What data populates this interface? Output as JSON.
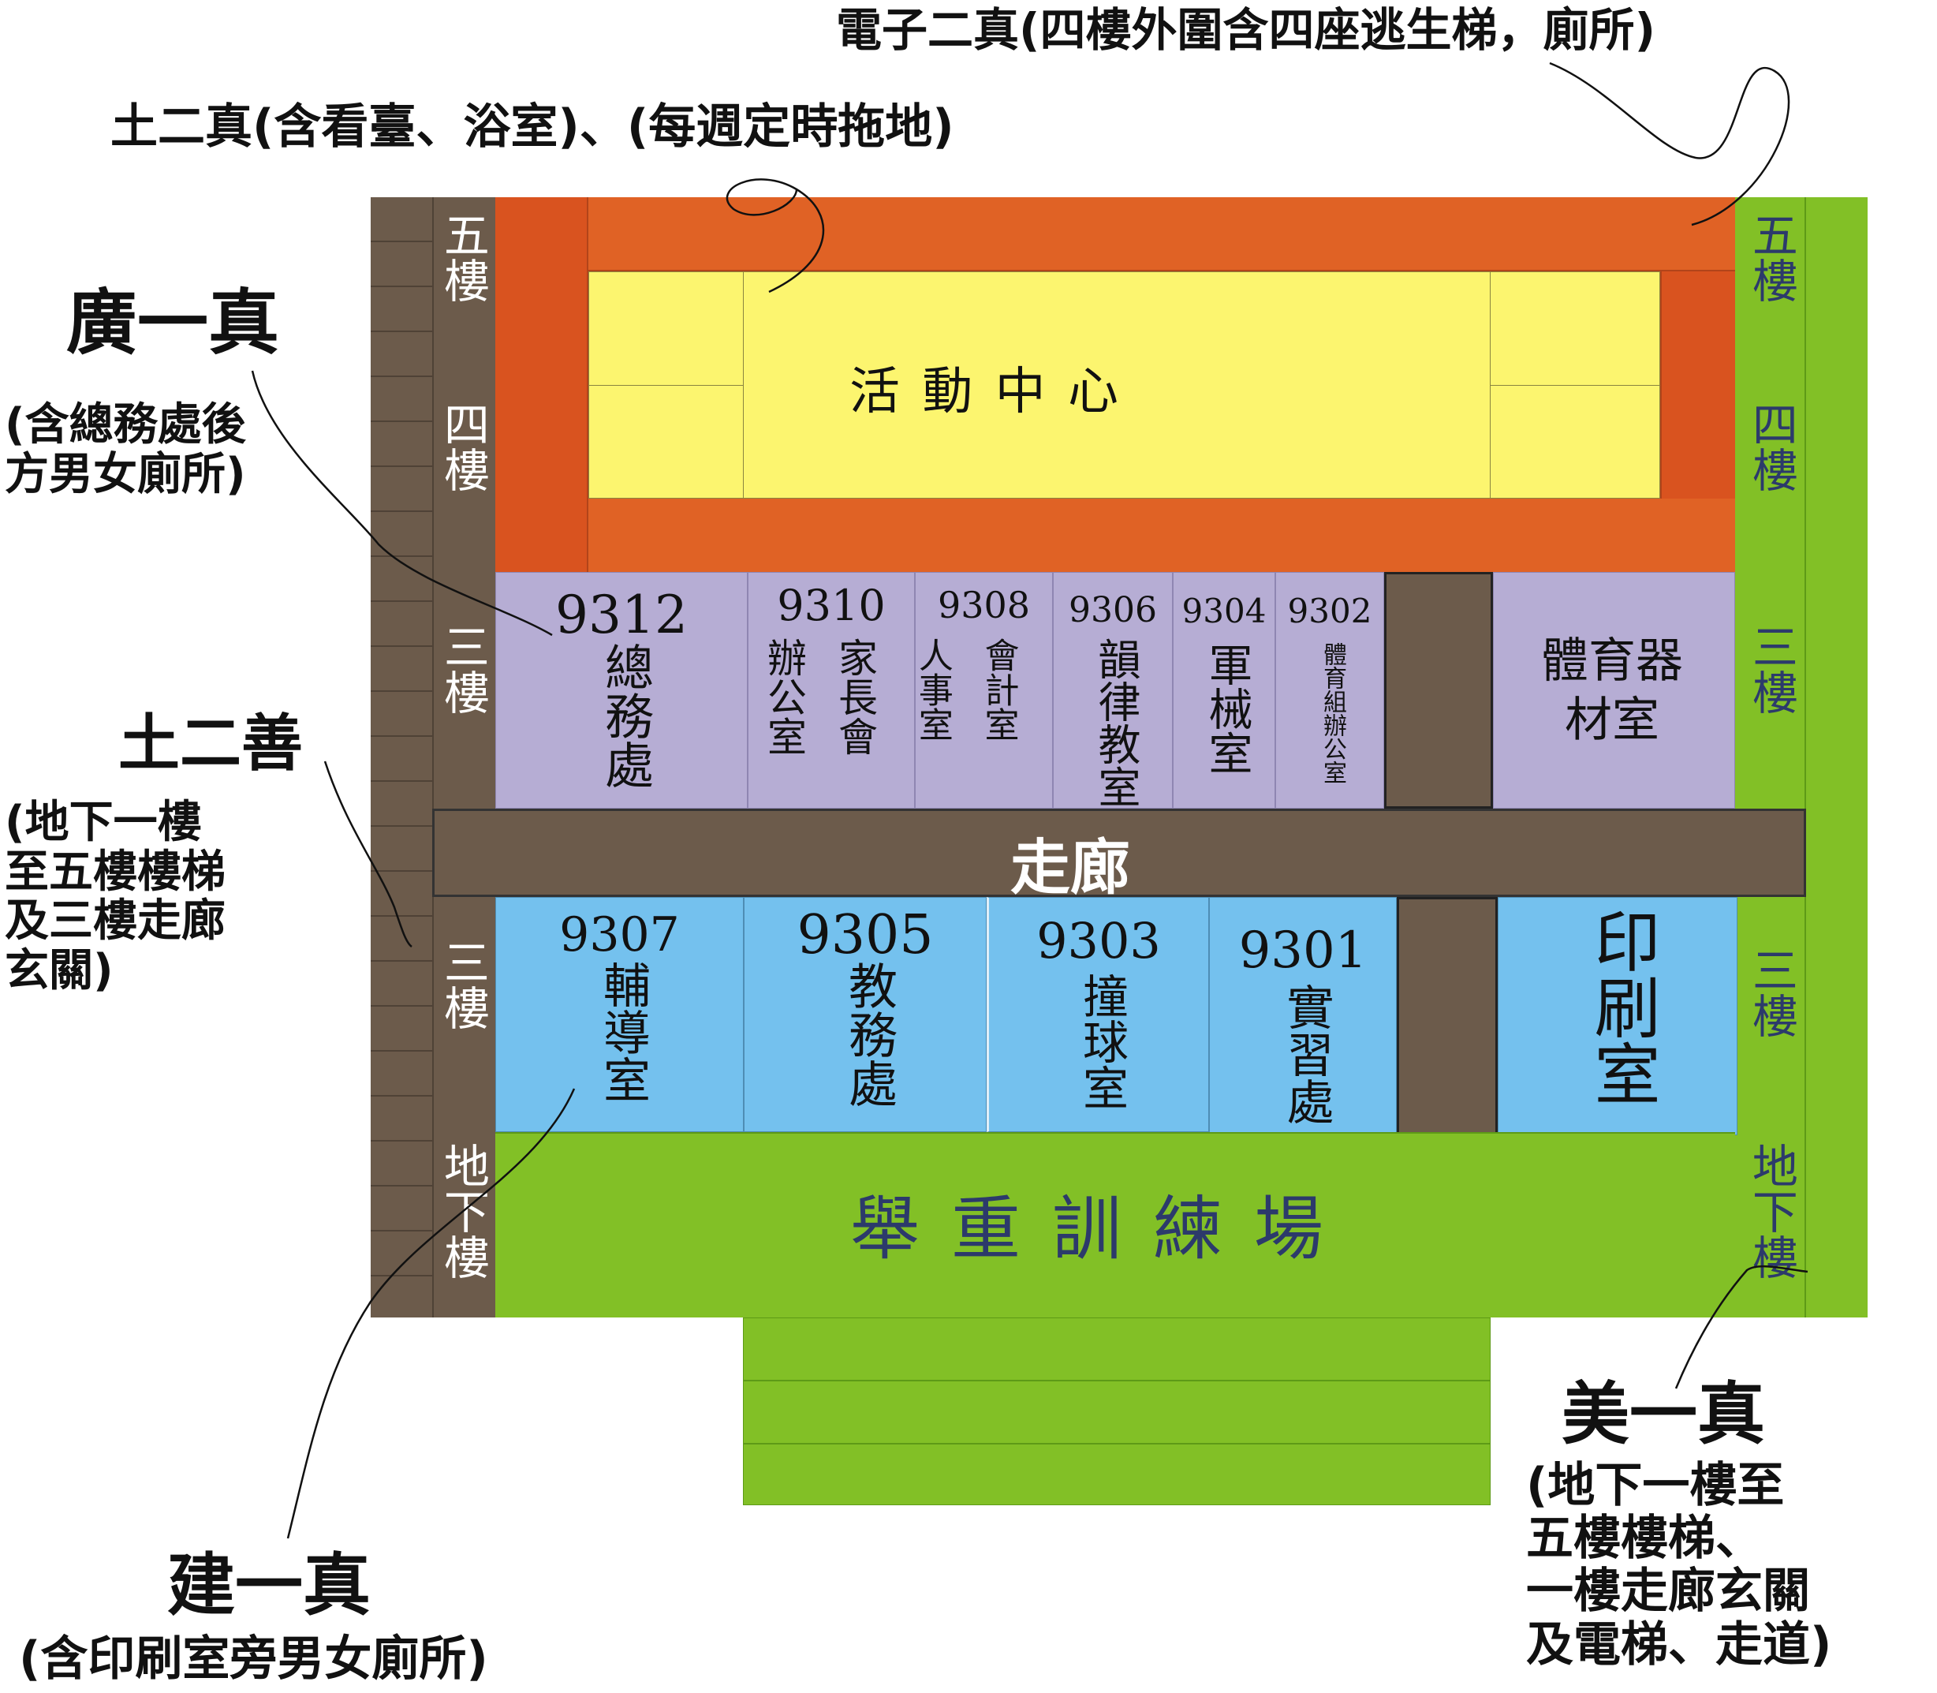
{
  "annotations": {
    "top_right": "電子二真(四樓外圍含四座逃生梯，廁所)",
    "top_left": "土二真(含看臺、浴室)、(每週定時拖地)",
    "guang_title": "廣一真",
    "guang_desc": "(含總務處後\n方男女廁所)",
    "tu_title": "土二善",
    "tu_desc": "(地下一樓\n至五樓樓梯\n及三樓走廊\n玄關)",
    "jian_title": "建一真",
    "jian_desc": "(含印刷室旁男女廁所)",
    "mei_title": "美一真",
    "mei_desc": "(地下一樓至\n五樓樓梯、\n一樓走廊玄關\n及電梯、走道)"
  },
  "floors": {
    "fifth": "五樓",
    "fourth": "四樓",
    "third": "三樓",
    "basement": "地下樓"
  },
  "activity_center": "活 動 中 心",
  "corridor": "走廊",
  "weightlifting": "舉 重 訓 練 場",
  "upper_rooms": [
    {
      "number": "9312",
      "name": "總務處"
    },
    {
      "number": "9310",
      "name": "家長會辦公室"
    },
    {
      "number": "9308",
      "name": "會計室人事室"
    },
    {
      "number": "9306",
      "name": "韻律教室"
    },
    {
      "number": "9304",
      "name": "軍械室"
    },
    {
      "number": "9302",
      "name": "體育組辦公室"
    }
  ],
  "sports_room": "體育器材室",
  "lower_rooms": [
    {
      "number": "9307",
      "name": "輔導室"
    },
    {
      "number": "9305",
      "name": "教務處"
    },
    {
      "number": "9303",
      "name": "撞球室"
    },
    {
      "number": "9301",
      "name": "實習處"
    }
  ],
  "print_room": "印刷室",
  "colors": {
    "stair_brown": "#6c5b4b",
    "green": "#82c026",
    "orange": "#e06225",
    "yellow": "#fcf56f",
    "purple": "#b6add4",
    "blue": "#74c1ee"
  }
}
